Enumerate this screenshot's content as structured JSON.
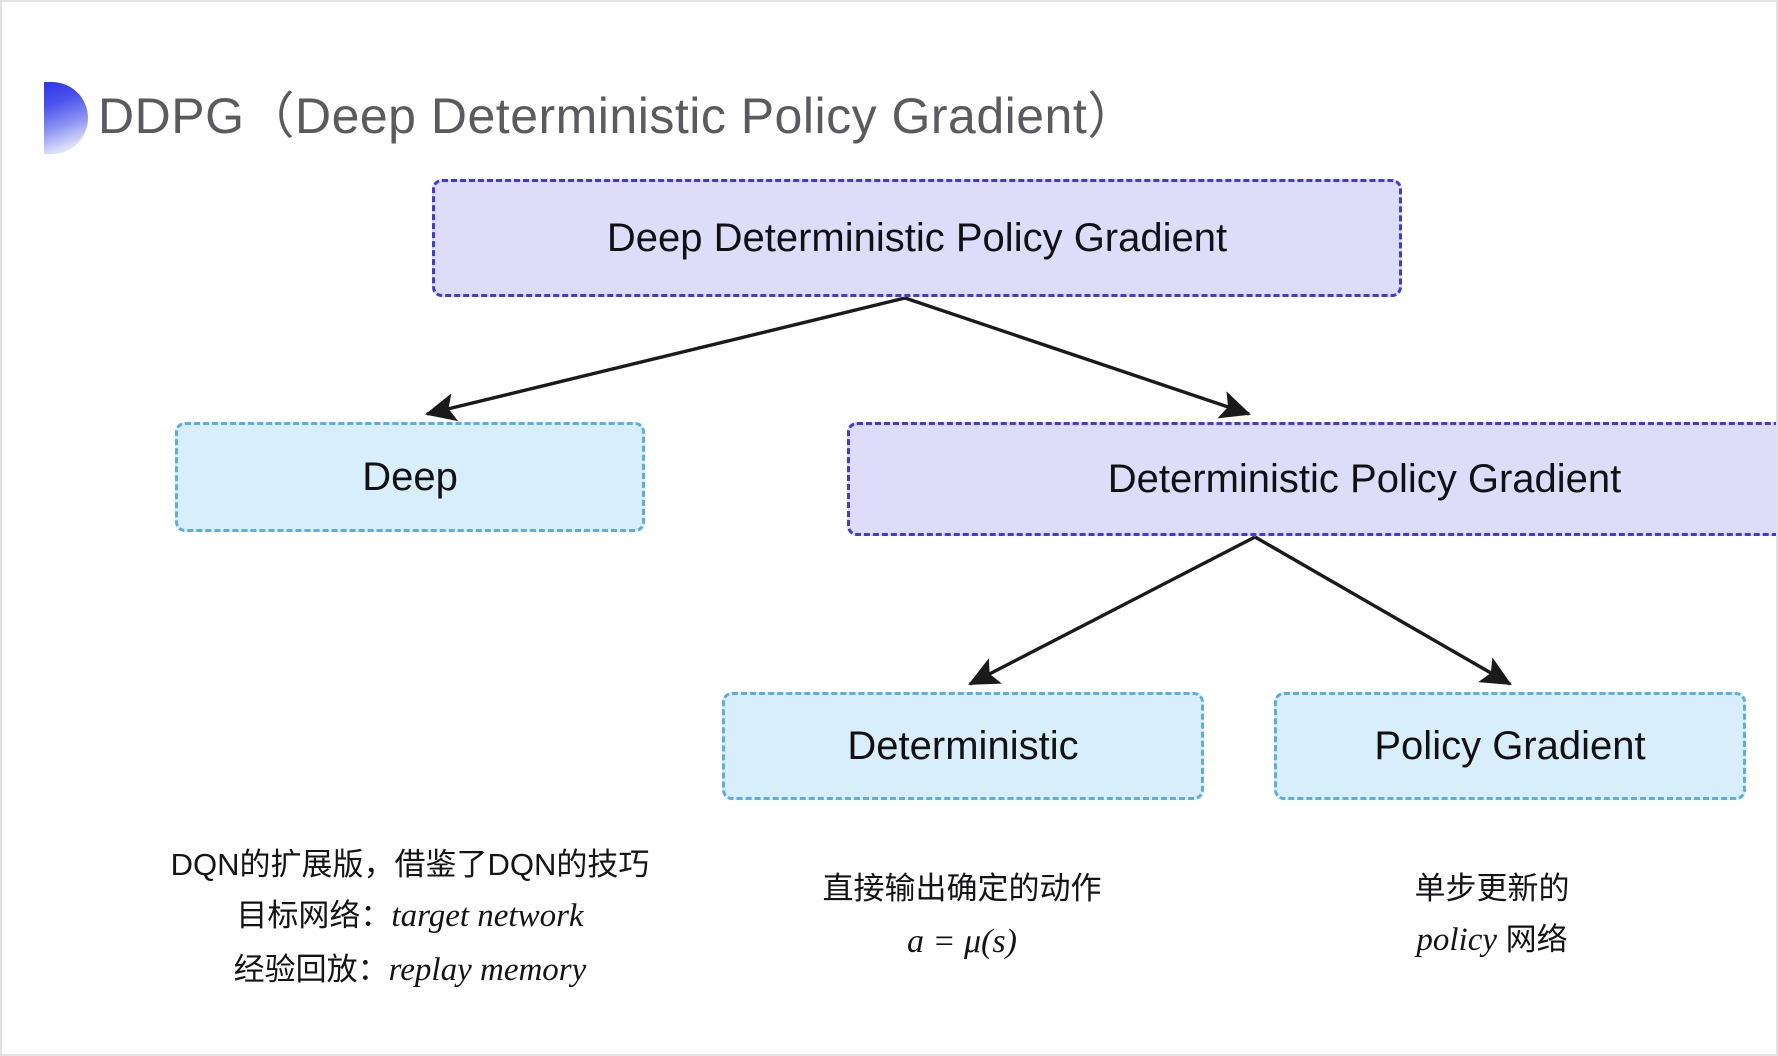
{
  "slide": {
    "title": "DDPG（Deep Deterministic Policy Gradient）",
    "bullet_icon": "half-circle-bullet-icon",
    "background_color": "#ffffff",
    "frame_color": "#e2e2e4"
  },
  "colors": {
    "purple_fill": "#ddddfa",
    "purple_border": "#4139d9",
    "blue_fill": "#d8eefb",
    "blue_border": "#5cade0",
    "arrow": "#1a1a1a",
    "title_text": "#5b5b5f",
    "body_text": "#141417"
  },
  "diagram": {
    "nodes": [
      {
        "id": "root",
        "label": "Deep Deterministic Policy Gradient",
        "style": "purple"
      },
      {
        "id": "deep",
        "label": "Deep",
        "style": "blue"
      },
      {
        "id": "dpg",
        "label": "Deterministic Policy Gradient",
        "style": "purple"
      },
      {
        "id": "det",
        "label": "Deterministic",
        "style": "blue"
      },
      {
        "id": "pg",
        "label": "Policy Gradient",
        "style": "blue"
      }
    ],
    "edges": [
      {
        "from": "root",
        "to": "deep"
      },
      {
        "from": "root",
        "to": "dpg"
      },
      {
        "from": "dpg",
        "to": "det"
      },
      {
        "from": "dpg",
        "to": "pg"
      }
    ]
  },
  "annotations": {
    "deep": {
      "line1": "DQN的扩展版，借鉴了DQN的技巧",
      "line2_label": "目标网络：",
      "line2_term": "target network",
      "line3_label": "经验回放：",
      "line3_term": "replay memory"
    },
    "deterministic": {
      "line1": "直接输出确定的动作",
      "formula": "a = μ(s)"
    },
    "policy_gradient": {
      "line1": "单步更新的",
      "line2_term": "policy",
      "line2_suffix": " 网络"
    }
  }
}
